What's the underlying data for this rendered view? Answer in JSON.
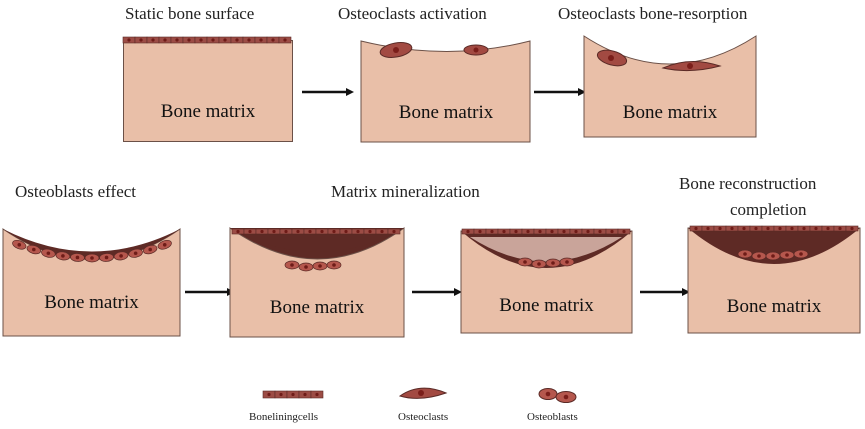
{
  "stages": [
    {
      "title": "Static bone surface",
      "label": "Bone matrix"
    },
    {
      "title": "Osteoclasts activation",
      "label": "Bone matrix"
    },
    {
      "title": "Osteoclasts bone-resorption",
      "label": "Bone matrix"
    },
    {
      "title": "Osteoblasts effect",
      "label": "Bone matrix"
    },
    {
      "title": "Matrix mineralization",
      "label": "Bone matrix"
    },
    {
      "title_line1": "Bone reconstruction",
      "title_line2": "completion",
      "label": "Bone matrix"
    }
  ],
  "legend": {
    "lining": "Boneliningcells",
    "osteoclasts": "Osteoclasts",
    "osteoblasts": "Osteoblasts"
  },
  "colors": {
    "matrix": "#e9bfa8",
    "lining_cell": "#9c4c45",
    "cell_border": "#5a2a26",
    "dark_layer": "#5e2a25",
    "light_layer": "#c9a49a"
  }
}
